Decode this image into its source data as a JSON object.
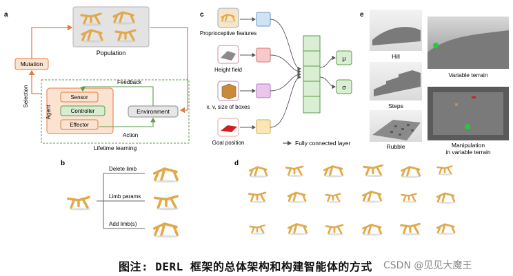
{
  "panel_a": {
    "label": "a",
    "population": "Population",
    "mutation": "Mutation",
    "selection": "Selection",
    "agent": "Agent",
    "sensor": "Sensor",
    "controller": "Controller",
    "effector": "Effector",
    "feedback": "Feedback",
    "environment": "Environment",
    "action": "Action",
    "lifetime": "Lifetime learning",
    "colors": {
      "orange": "#e07a3f",
      "green": "#5a9a4a",
      "mutation_fill": "#fbe3d2",
      "controller_fill": "#d7ecd0",
      "env_fill": "#e6e6e6"
    }
  },
  "panel_b": {
    "label": "b",
    "branches": [
      "Delete limb",
      "Limb params",
      "Add limb(s)"
    ]
  },
  "panel_c": {
    "label": "c",
    "inputs": [
      {
        "label": "Proprioceptive features",
        "icon": "agent-morphology-icon",
        "color": "#cfe3f5"
      },
      {
        "label": "Height field",
        "icon": "height-field-icon",
        "color": "#f7c9c9"
      },
      {
        "label": "x, v, size of boxes",
        "icon": "box-icon",
        "color": "#eac6ef"
      },
      {
        "label": "Goal position",
        "icon": "goal-icon",
        "color": "#fbe6b5"
      }
    ],
    "outputs": [
      "μ",
      "σ"
    ],
    "legend": "Fully connected layer",
    "colors": {
      "hidden": "#d9efd4",
      "hidden_stroke": "#5a9a4a"
    }
  },
  "panel_d": {
    "label": "d"
  },
  "panel_e": {
    "label": "e",
    "terrains": [
      "Hill",
      "Variable terrain",
      "Steps",
      "Manipulation",
      "in variable terrain",
      "Rubble"
    ]
  },
  "caption": {
    "text": "图注: DERL 框架的总体架构和构建智能体的方式",
    "watermark": "CSDN @见见大魔王"
  }
}
